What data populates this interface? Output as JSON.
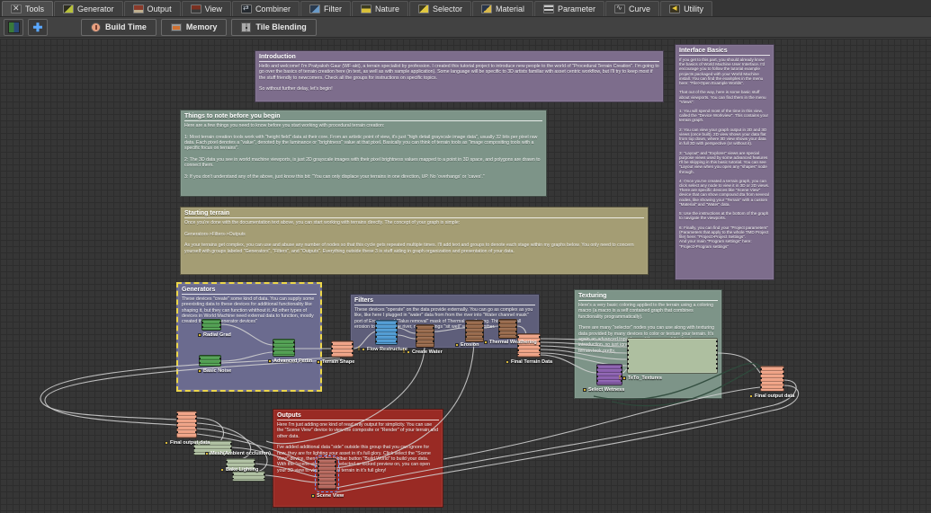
{
  "toolbar": {
    "tabs": [
      {
        "label": "Tools"
      },
      {
        "label": "Generator"
      },
      {
        "label": "Output"
      },
      {
        "label": "View"
      },
      {
        "label": "Combiner"
      },
      {
        "label": "Filter"
      },
      {
        "label": "Nature"
      },
      {
        "label": "Selector"
      },
      {
        "label": "Material"
      },
      {
        "label": "Parameter"
      },
      {
        "label": "Curve"
      },
      {
        "label": "Utility"
      }
    ],
    "active_tab": "Tools",
    "actions": {
      "build_time": "Build Time",
      "memory": "Memory",
      "tile_blending": "Tile Blending"
    }
  },
  "groups": {
    "introduction": {
      "title": "Introduction",
      "body": "Hello and welcome! I'm Pratyaksh Gaur (WF-akt), a terrain specialist by profession. I created this tutorial project to introduce new people to the world of \"Procedural Terrain Creation\". I'm going to go over the basics of terrain creation here (in text, as well as with sample application). Some language will be specific to 3D artists familiar with asset centric workflow, but I'll try to keep most if the stuff friendly to newcomers. Check all the groups for instructions on specific topics.\n\nSo without further delay, let's begin!"
    },
    "interface_basics": {
      "title": "Interface Basics",
      "body": "If you get to this part, you should already know the basics of World Machine User Interface. I'd encourage you to follow the tutorial example projects packaged with your World Machine install. You can find the examples in the menu here: \"File>Open Example Worlds\".\n\nThat out of the way, here is some basic stuff about viewports. You can find them in the menu \"Views\":\n\n1: You will spend most of the time in this view, called the \"Device Workview\". This contains your terrain graph.\n\n2: You can view your graph output in 2D and 3D views (once built). 2D view shows your data flat from top down, where 3D view shows your data in full 3D with perspective (or without it).\n\n3: \"Layout\" and \"Explorer\" views are special purpose views used by some advanced features I'll be skipping in this basic tutorial. You can see \"Layout view when you open any \"shapes\" node through.\n\n4: Once you've created a terrain graph, you can click select any node to view it in 3D or 2D views. There are specific devices like \"Scene View\" device that can show compound dta from several nodes, like showing your \"Terrain\" with a custom \"Material\" and \"Water\" data.\n\n5: Use the instructions at the bottom of the graph to navigate the viewports.\n\n6: Finally, you can find your \"Project parameters\" (Parameters that apply to the whole TMD Project file) here: \"Project>Project Settings\".\nAnd your main \"Program settings\" here: \"Project>Program settings\""
    },
    "things_to_note": {
      "title": "Things to note before you begin",
      "body": "Here are a few things you need to know before you start working with procedural terrain creation:\n\n1: Most terrain creation tools work with \"height field\" data at their core. From an artistic point of view, it's just \"high detail grayscale image data\", usually 32 bits per pixel raw data. Each pixel denotes a \"value\", denoted by the luminance or \"brightness\" value at that pixel. Basically you can think of terrain tools as \"image compositing tools with a specific focus on terrains\".\n\n2: The 3D data you see in world machine viewports, is just 2D grayscale images with their pixel brightness values mapped to a point in 3D space, and polygons are drawn to connect them.\n\n3: If you don't understand any of the above, just know this bit: \"You can only displace your terrains in one direction, UP. No 'overhangs' or 'caves'.\""
    },
    "starting_terrain": {
      "title": "Starting terrain",
      "body": "Once you're done with the documentation text above, you can start working with terrains directly. The concept of your graph is simple:\n\nGenerators->Filters->Outputs\n\nAs your terrains get complex, you can use and abuse any number of nodes so that this cycle gets repeated multiple times. I'll add text and groups to denote each stage within my graphs below. You only need to concern yourself with groups labeled \"Generators\", \"Filters\", and \"Outputs\". Everything outside these 3 is stuff aiding in graph organization and presentation of your data."
    },
    "generators": {
      "title": "Generators",
      "body": "These devices \"create\" some kind of data. You can supply some preexisting data to these devices for additional functionality like shaping it, but they can function whithout it. All other types of devices in World Machine need external data to function, mostly created through \"Generator devices\""
    },
    "filters": {
      "title": "Filters",
      "body": "These devices \"operate\" on the data provide externally. You can go as complex as you like, like here I plugged in \"water\" data from from the river into \"Water channel mask\" port of Erosion, and \"Talus removal\" mask of Thermal weathering. This makes all erosion to flow into the river, making things \"sit well\" with each other."
    },
    "texturing": {
      "title": "Texturing",
      "body": "Here's a very basic coloring applied to the terrain using a coloring macro (a macro is a self contained graph that combines functionality programmatically).\n\nThere are many \"selector\" nodes you can use along with texturing data provided by many devices to color or texture your terrain. It's again an advanced topic beyond the scope of this basic introduction, so just ignore this part for now. It's just to make my terrain look pretty."
    },
    "outputs": {
      "title": "Outputs",
      "body": "Here I'm just adding one kind of read only output for simplicity. You can use the \"Scene View\" device to view the composite or \"Render\" of your terrain and other data.\n\nI've added additional data \"side\" outside this group that you can ignore for now, they are for lighting your asset in it's full glory. Click select the \"Scene View\" device, then use the toolbar button \"Build World\" to build your data. With the \"scene view\" device selected or locked preview on,  you can open your 3D view to view your final terrain in it's full glory!"
    }
  },
  "nodes": {
    "radial_grad": {
      "label": "Radial Grad",
      "warn": ""
    },
    "basic_noise": {
      "label": "Basic Noise",
      "warn": ""
    },
    "advanced_perlin": {
      "label": "Advanced Perlin",
      "warn": ""
    },
    "terrain_shape": {
      "label": "Terrain Shape",
      "warn": ""
    },
    "flow_restructure": {
      "label": "Flow Restructure",
      "warn": "!"
    },
    "create_water": {
      "label": "Create Water",
      "warn": "!"
    },
    "erosion": {
      "label": "Erosion",
      "warn": ""
    },
    "thermal_weathering": {
      "label": "Thermal Weathering",
      "warn": ""
    },
    "final_terrain_data": {
      "label": "Final Terrain Data",
      "warn": ""
    },
    "select_wetness": {
      "label": "Select Wetness",
      "warn": ""
    },
    "teto_textures": {
      "label": "TeTo_Textures",
      "warn": "!"
    },
    "final_output_left": {
      "label": "Final output data",
      "warn": ""
    },
    "mesh_ao": {
      "label": "Mesh(Ambient occlusion)",
      "warn": ""
    },
    "bake_lighting": {
      "label": "Bake Lighting",
      "warn": ""
    },
    "scene_view": {
      "label": "Scene View",
      "warn": ""
    },
    "final_output_right": {
      "label": "Final output data",
      "warn": ""
    }
  },
  "colors": {
    "group_purple": "#7d6d8c",
    "group_green": "#7d9488",
    "group_khaki": "#a49d74",
    "group_slate": "#6b6b8f",
    "group_slate_dark": "#5e5e7a",
    "group_red": "#992a24",
    "node_green": "#4f9e50",
    "node_salmon": "#efa285",
    "node_brown": "#96684a",
    "node_blue": "#4f9ad2",
    "node_purple": "#8a5fae",
    "node_sage": "#aebfa0",
    "node_red": "#b4675c",
    "selection_yellow": "#ecd64a",
    "selection_blue": "#6ea0ff"
  }
}
